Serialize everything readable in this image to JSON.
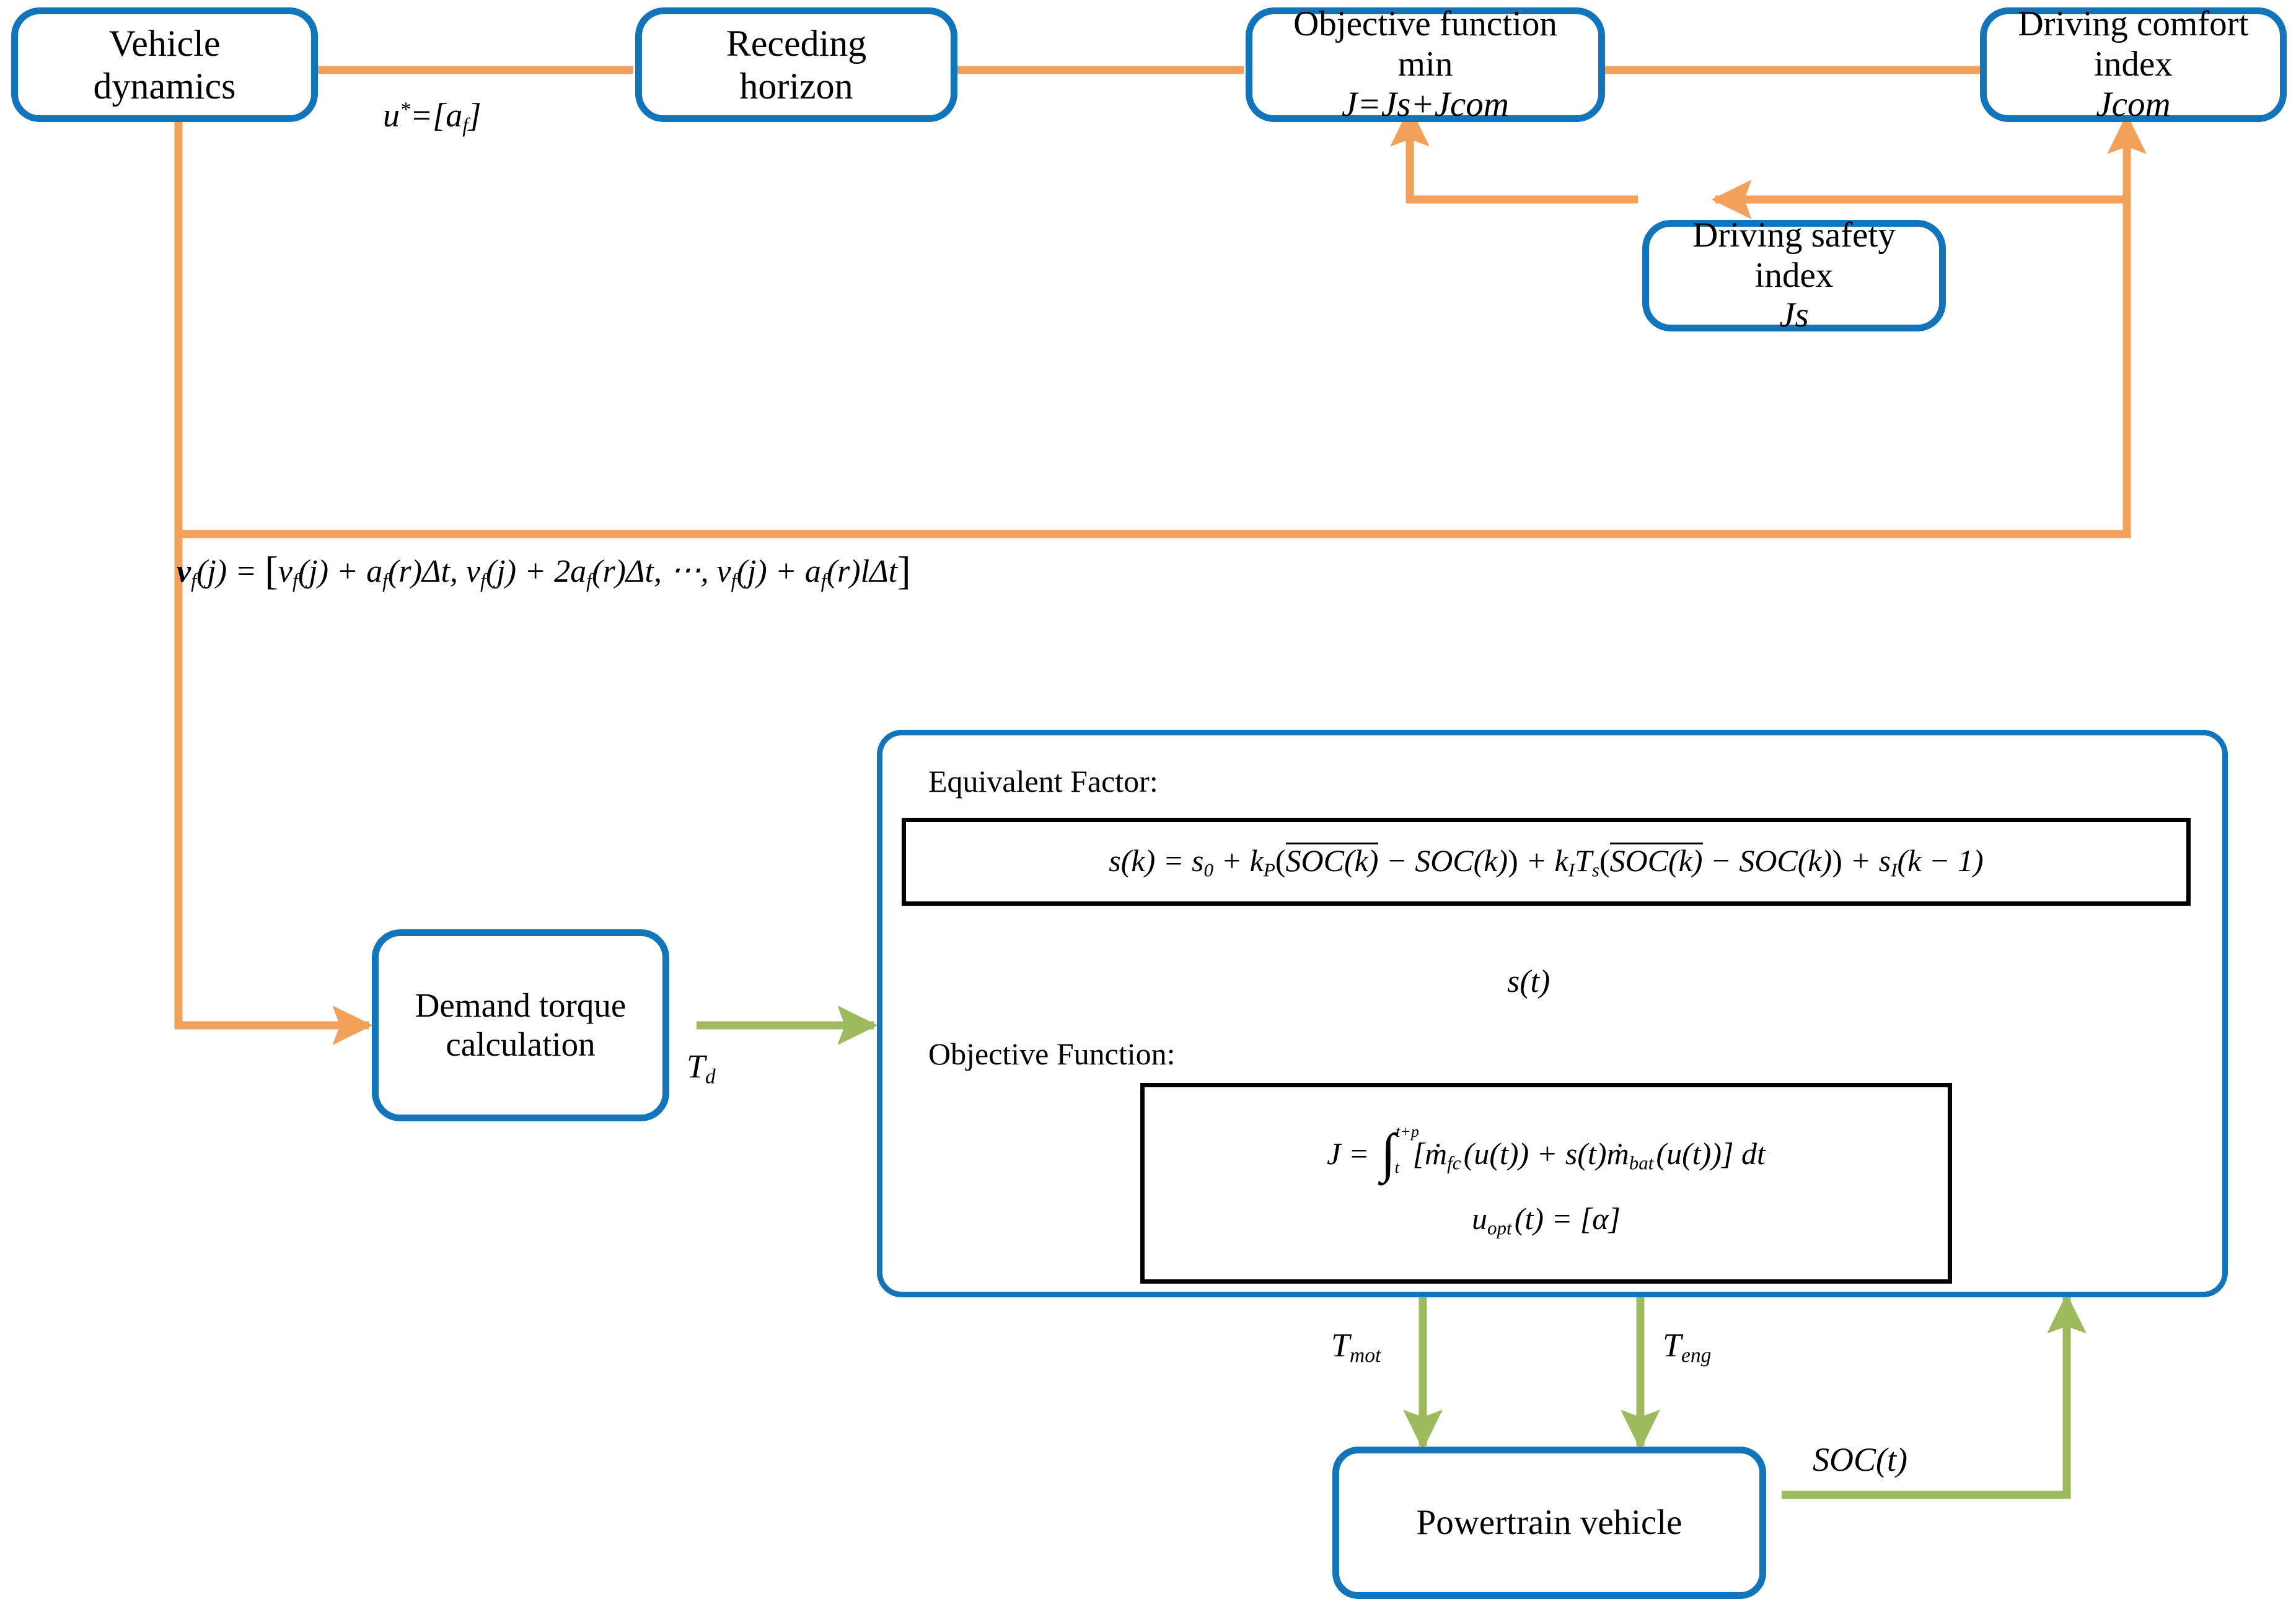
{
  "colors": {
    "box_border": "#1275bc",
    "orange_flow": "#f2a05a",
    "green_flow": "#9dba5c",
    "black": "#000000",
    "background": "#ffffff"
  },
  "nodes": {
    "vehicle_dynamics": {
      "line1": "Vehicle",
      "line2": "dynamics"
    },
    "receding_horizon": {
      "line1": "Receding",
      "line2": "horizon"
    },
    "objective_function": {
      "line1": "Objective function",
      "line2_prefix": "min",
      "line2_body": "J=Js+Jcom"
    },
    "driving_comfort": {
      "line1": "Driving comfort",
      "line2_prefix": "index ",
      "line2_body": "Jcom"
    },
    "driving_safety": {
      "line1": "Driving safety",
      "line2_prefix": "index  ",
      "line2_body": "Js"
    },
    "demand_torque": {
      "line1": "Demand torque",
      "line2": "calculation"
    },
    "powertrain_vehicle": {
      "label": "Powertrain vehicle"
    }
  },
  "ecms_panel": {
    "equivalent_factor_title": "Equivalent Factor:",
    "objective_function_title": "Objective Function:",
    "equivalent_factor_equation": "s(k) = s_0 + k_P(SOC̄(k) − SOC(k)) + k_I T_s(SOC̄(k) − SOC(k)) + s_I(k − 1)",
    "objective_equation": "J = ∫_t^{t+p} [ṁ_fc(u(t)) + s(t) ṁ_bat(u(t))] dt",
    "optimal_control": "u_opt(t) = [α]"
  },
  "edge_labels": {
    "u_star": "u*=[a_f]",
    "td": "T_d",
    "st": "s(t)",
    "tmot": "T_mot",
    "teng": "T_eng",
    "soc_t": "SOC(t)"
  },
  "speed_profile_equation": "v_f(j) = [v_f(j) + a_f(r)Δt, v_f(j) + 2a_f(r)Δt, ⋯, v_f(j) + a_f(r)lΔt]",
  "flows": [
    {
      "from": "receding_horizon",
      "to": "vehicle_dynamics",
      "color": "orange",
      "label": "u*=[a_f]"
    },
    {
      "from": "objective_function",
      "to": "receding_horizon",
      "color": "orange"
    },
    {
      "from": "driving_comfort",
      "to": "objective_function",
      "color": "orange"
    },
    {
      "from": "driving_safety",
      "to": "objective_function",
      "color": "orange"
    },
    {
      "from": "driving_comfort",
      "to": "driving_safety",
      "color": "orange"
    },
    {
      "from": "vehicle_dynamics",
      "to": "driving_comfort",
      "color": "orange"
    },
    {
      "from": "vehicle_dynamics",
      "to": "demand_torque",
      "color": "orange"
    },
    {
      "from": "demand_torque",
      "to": "ecms_panel",
      "color": "green",
      "label": "T_d"
    },
    {
      "from": "equivalent_factor",
      "to": "objective_function_box",
      "color": "black",
      "label": "s(t)"
    },
    {
      "from": "ecms_panel",
      "to": "powertrain_vehicle",
      "color": "green",
      "label": "T_mot"
    },
    {
      "from": "ecms_panel",
      "to": "powertrain_vehicle",
      "color": "green",
      "label": "T_eng"
    },
    {
      "from": "powertrain_vehicle",
      "to": "ecms_panel",
      "color": "green",
      "label": "SOC(t)"
    }
  ]
}
